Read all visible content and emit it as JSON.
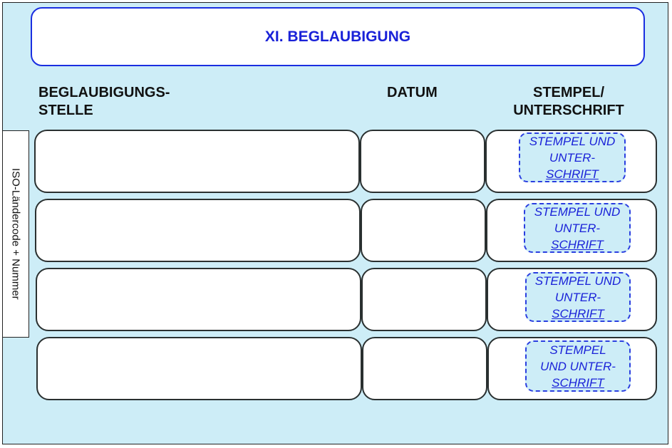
{
  "title": "XI. BEGLAUBIGUNG",
  "headers": {
    "col1": [
      "BEGLAUBIGUNGS-",
      "STELLE"
    ],
    "col2": "DATUM",
    "col3": [
      "STEMPEL/",
      "UNTERSCHRIFT"
    ]
  },
  "side_label": "ISO-Ländercode + Nummer",
  "stamps": [
    [
      "STEMPEL UND",
      "UNTER-",
      "SCHRIFT"
    ],
    [
      "STEMPEL UND",
      "UNTER-",
      "SCHRIFT"
    ],
    [
      "STEMPEL UND",
      "UNTER-",
      "SCHRIFT"
    ],
    [
      "STEMPEL",
      "UND UNTER-",
      "SCHRIFT"
    ]
  ],
  "colors": {
    "accent": "#1a22d8",
    "background": "#cdedf7"
  }
}
